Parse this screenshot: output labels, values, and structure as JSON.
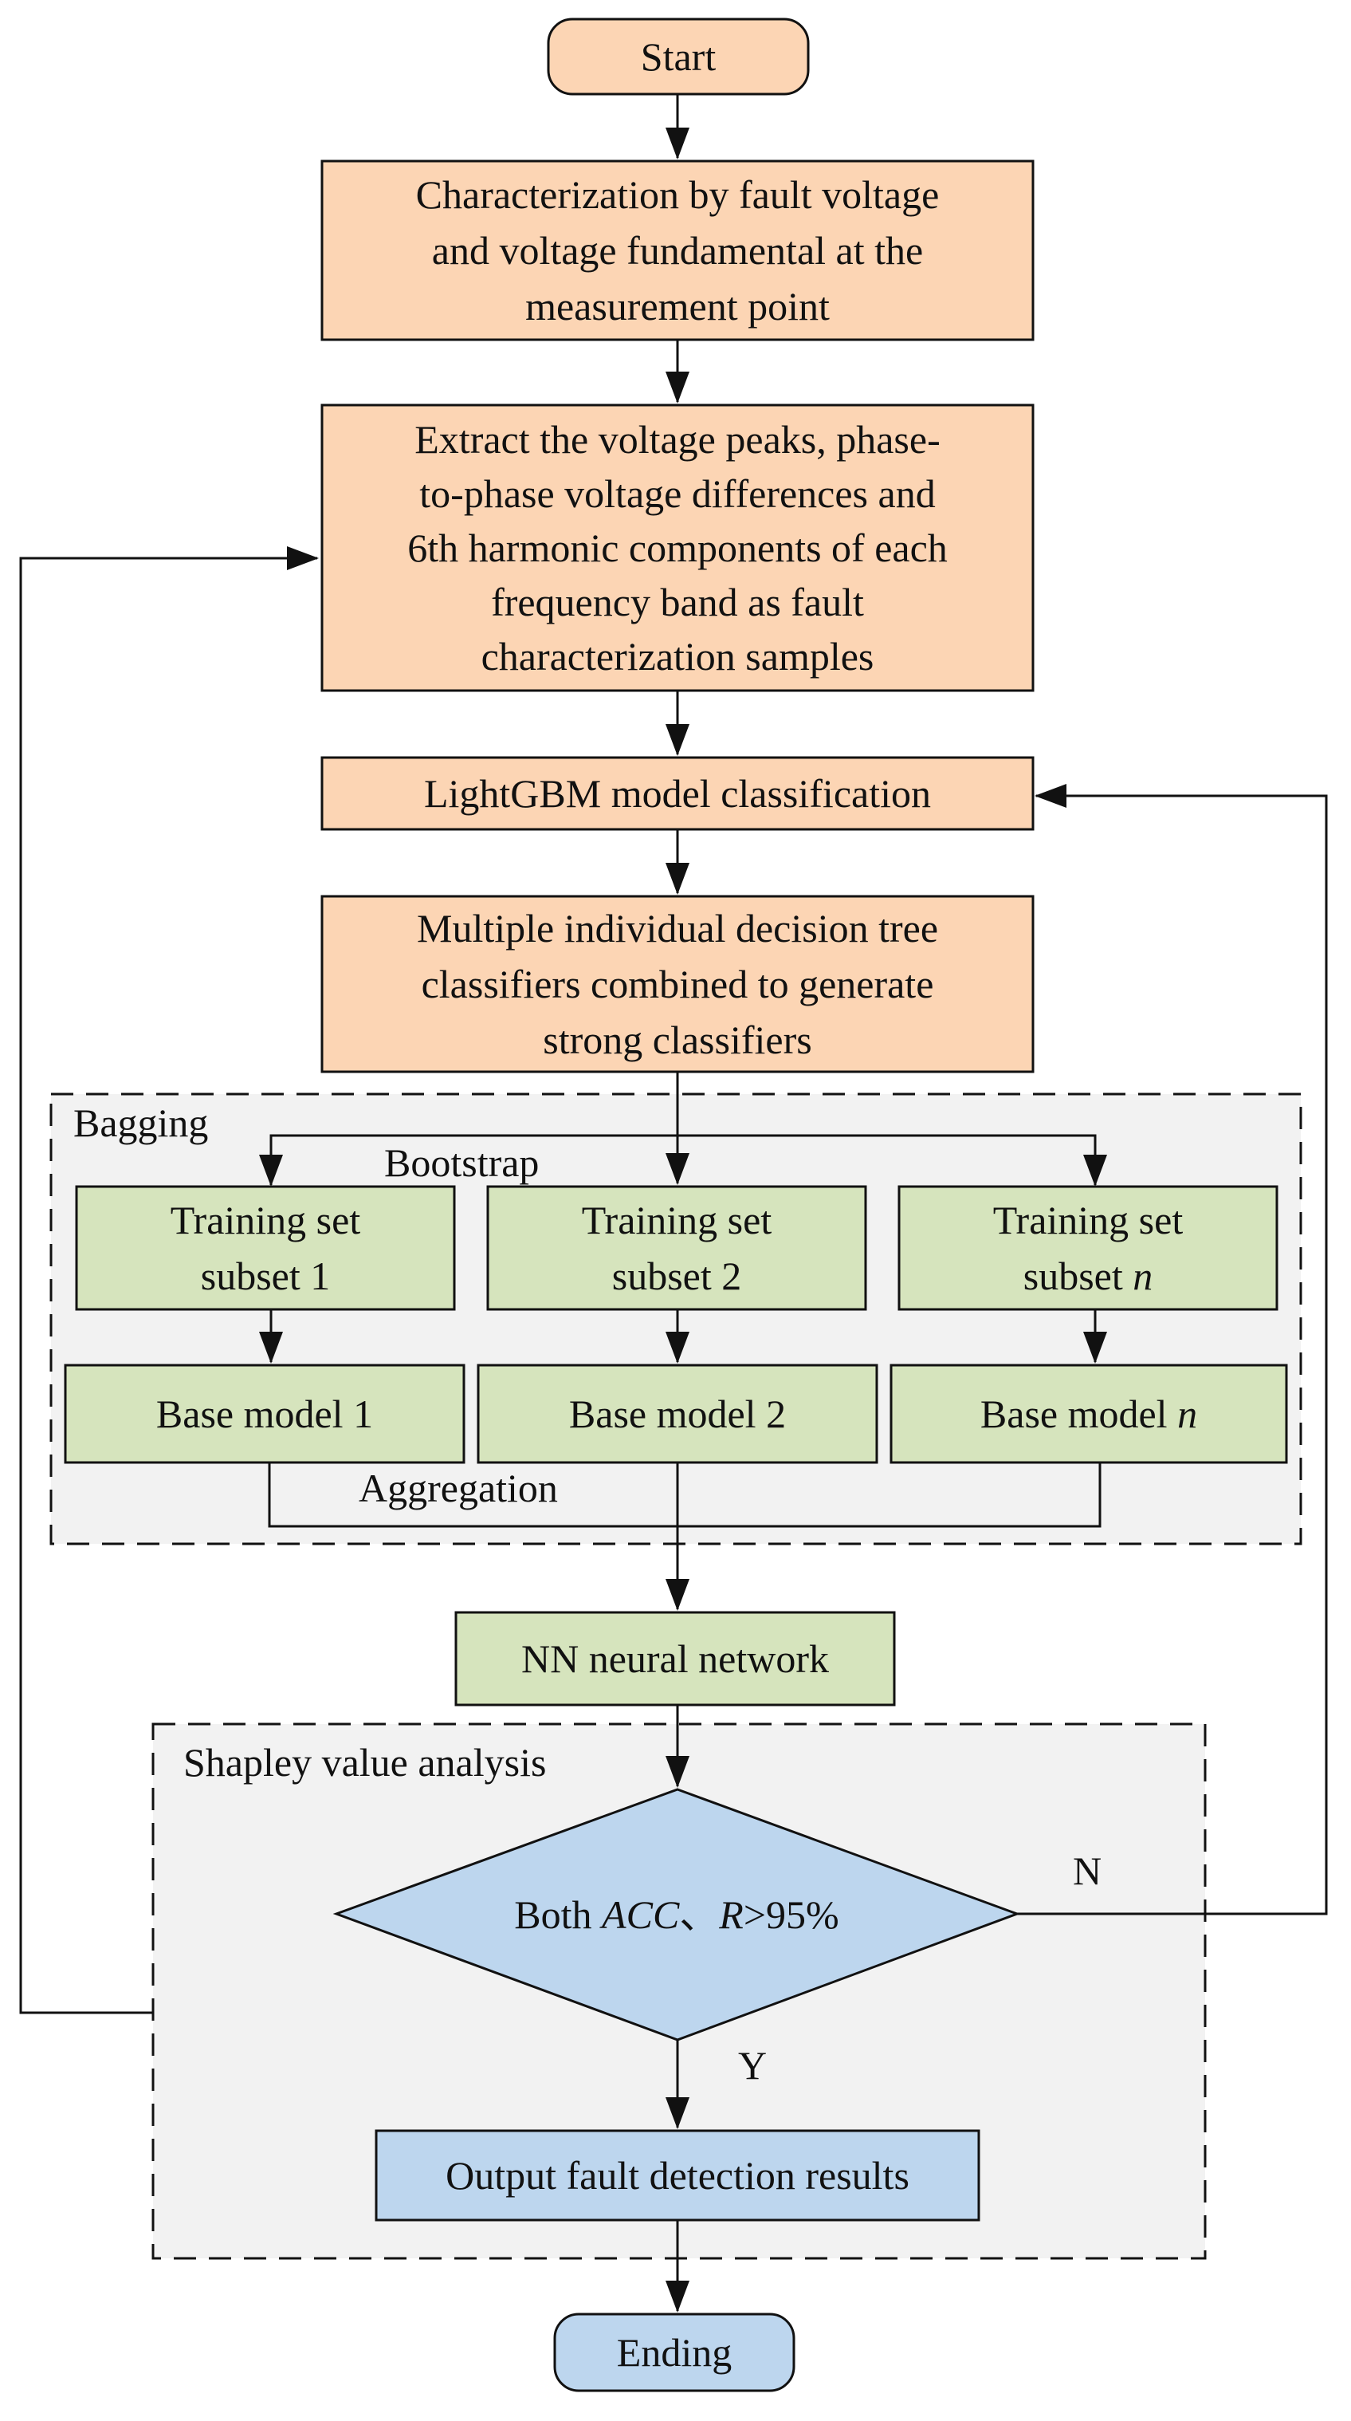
{
  "colors": {
    "orange_fill": "#fcd5b4",
    "green_fill": "#d6e4bd",
    "blue_fill": "#bdd6ee",
    "group_fill": "#f2f2f2",
    "stroke": "#111111"
  },
  "nodes": {
    "start": "Start",
    "characterization": [
      "Characterization by fault voltage",
      "and voltage fundamental at the",
      "measurement point"
    ],
    "extract": [
      "Extract the voltage peaks, phase-",
      "to-phase voltage differences and",
      "6th harmonic components of each",
      "frequency band as fault",
      "characterization samples"
    ],
    "lightgbm": "LightGBM model classification",
    "multiple": [
      "Multiple individual decision tree",
      "classifiers combined to generate",
      "strong classifiers"
    ],
    "training1": [
      "Training set",
      "subset 1"
    ],
    "training2": [
      "Training set",
      "subset 2"
    ],
    "trainingn_line1": "Training set",
    "trainingn_line2_text": "subset ",
    "trainingn_line2_var": "n",
    "base1": "Base model 1",
    "base2": "Base model 2",
    "basen_text": "Base model ",
    "basen_var": "n",
    "nn": "NN neural network",
    "decision_prefix": "Both ",
    "decision_var1": "ACC",
    "decision_sep": "、",
    "decision_var2": "R",
    "decision_suffix": ">95%",
    "output": "Output fault detection results",
    "ending": "Ending"
  },
  "groups": {
    "bagging": "Bagging",
    "shapley": "Shapley value analysis"
  },
  "edge_labels": {
    "bootstrap": "Bootstrap",
    "aggregation": "Aggregation",
    "no": "N",
    "yes": "Y"
  }
}
